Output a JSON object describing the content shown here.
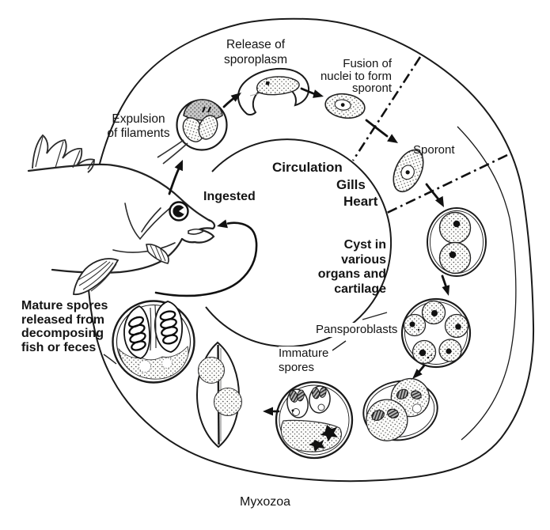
{
  "labels": {
    "release_sporoplasm": "Release of\nsporoplasm",
    "fusion_nuclei": "Fusion of\nnuclei to form\nsporont",
    "expulsion_filaments": "Expulsion\nof filaments",
    "ingested": "Ingested",
    "sporont": "Sporont",
    "circulation_line1": "Circulation",
    "circulation_line2": "Gills",
    "circulation_line3": "Heart",
    "cyst_location": "Cyst in\nvarious\norgans and\ncartilage",
    "pansporoblasts": "Pansporoblasts",
    "immature_spores": "Immature\nspores",
    "mature_spores": "Mature spores\nreleased from\ndecomposing\nfish or feces",
    "caption": "Myxozoa"
  },
  "diagram": {
    "type": "life-cycle",
    "organism": "Myxozoa",
    "host": "fish",
    "stages_in_order": [
      "Mature spores released from decomposing fish or feces",
      "Ingested",
      "Expulsion of filaments",
      "Release of sporoplasm",
      "Fusion of nuclei to form sporont",
      "Sporont (Circulation: Gills, Heart)",
      "Cyst in various organs and cartilage",
      "Pansporoblasts",
      "Immature spores"
    ]
  },
  "colors": {
    "ink": "#1a1a1a",
    "shade_gray": "#c7c7c7",
    "background": "#ffffff"
  }
}
